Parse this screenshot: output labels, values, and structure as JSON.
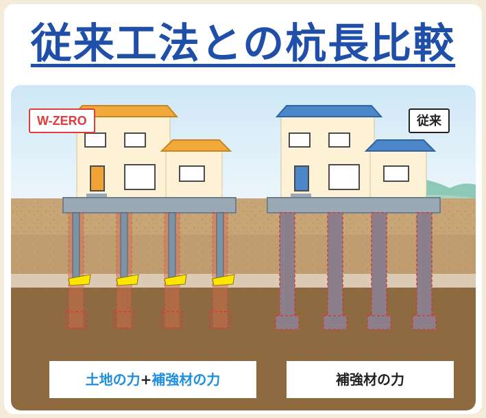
{
  "title": "従来工法との杭長比較",
  "labels": {
    "left_tag": "W-ZERO",
    "right_tag": "従来"
  },
  "captions": {
    "left_part1": "土地の力",
    "left_plus": "+",
    "left_part2": "補強材の力",
    "right": "補強材の力"
  },
  "colors": {
    "title": "#1f4fa8",
    "wzero_tag": "#e03a3a",
    "wzero_roof": "#f2a93b",
    "conventional_roof": "#4a86c8",
    "caption_blue": "#1e8fe0",
    "pile_outline": "#d63b3b"
  }
}
